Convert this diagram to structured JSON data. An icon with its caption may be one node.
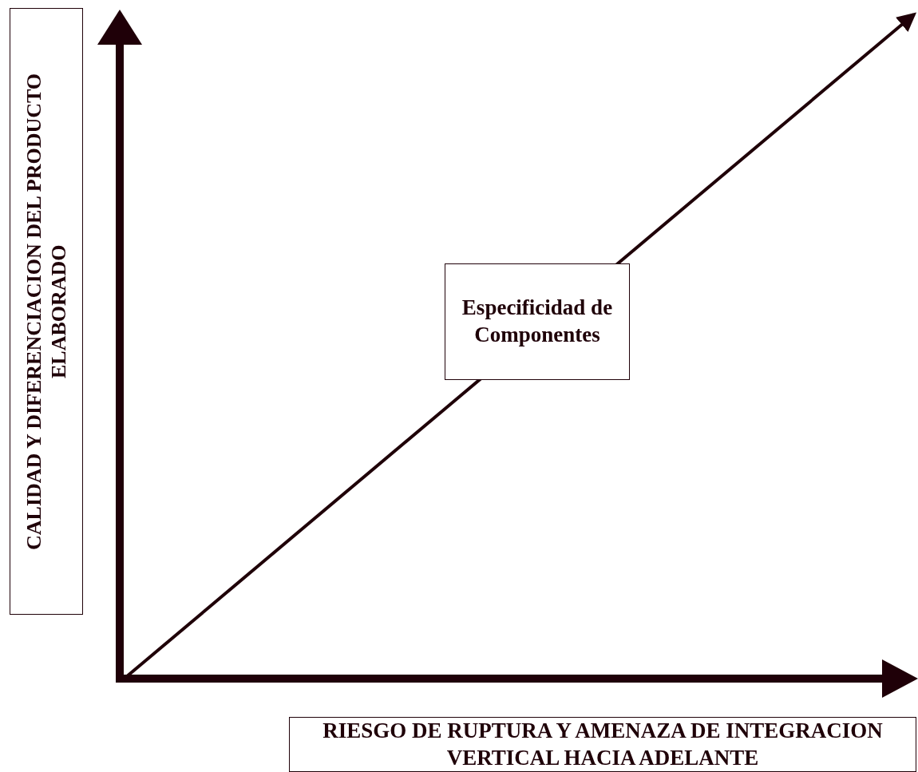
{
  "diagram": {
    "nodes": [
      {
        "text": [
          "CALIDAD Y DIFERENCIACION DEL PRODUCTO ELABORADO"
        ]
      },
      {
        "text": [
          "Especificidad de Componentes"
        ]
      },
      {
        "text": [
          "RIESGO DE RUPTURA Y AMENAZA DE INTEGRACION VERTICAL HACIA ADELANTE"
        ]
      }
    ]
  }
}
